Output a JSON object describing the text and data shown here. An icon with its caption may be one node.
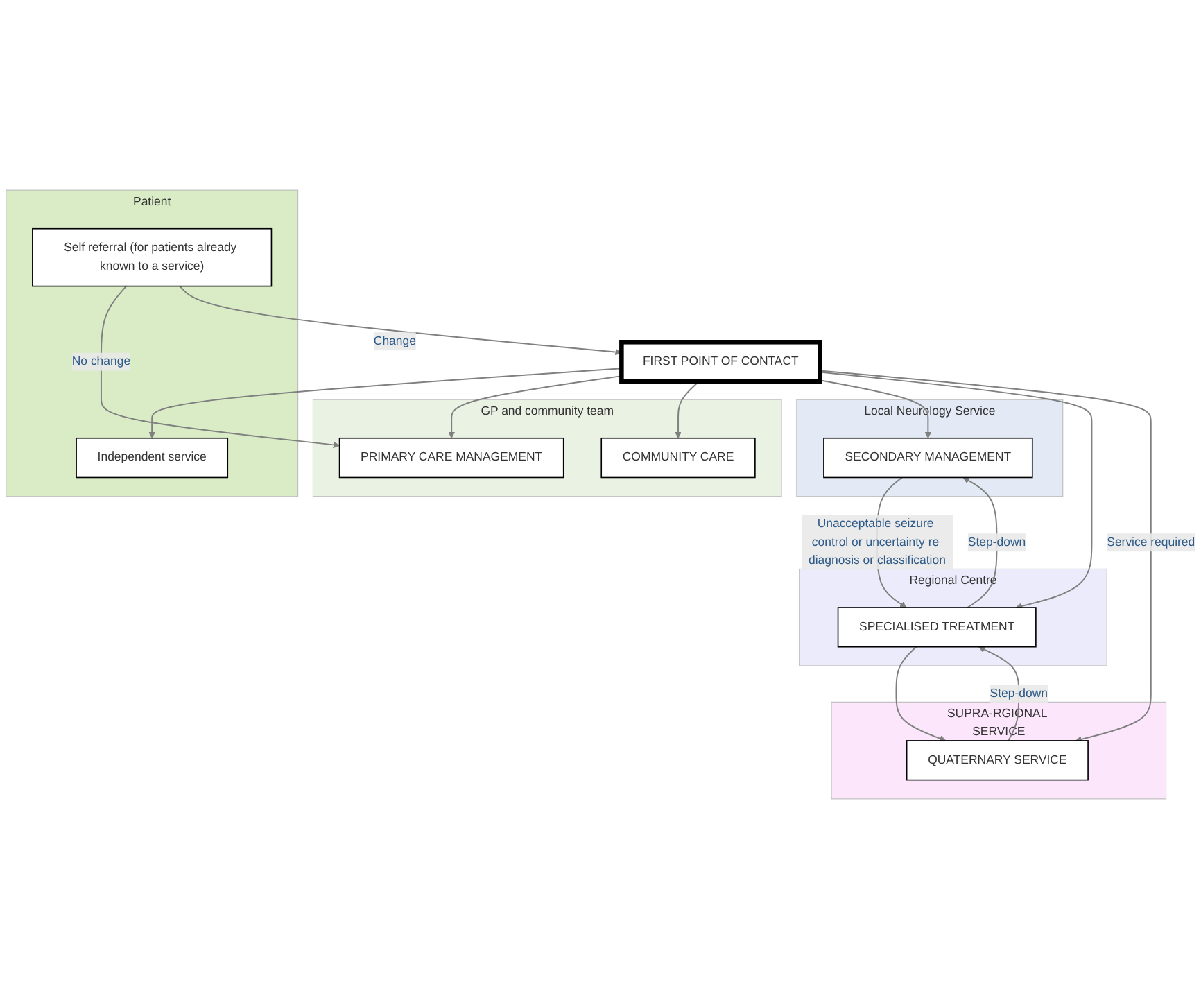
{
  "diagram": {
    "nodes": [
      {
        "text": [
          "Patient"
        ]
      },
      {
        "text": [
          "Self referral (for patients already known to a service)"
        ],
        "in": 0
      },
      {
        "text": [
          "Independent service"
        ],
        "in": 0
      },
      {
        "text": [
          "GP and community team"
        ]
      },
      {
        "text": [
          "PRIMARY CARE MANAGEMENT"
        ],
        "in": 3
      },
      {
        "text": [
          "FIRST POINT OF CONTACT"
        ]
      },
      {
        "text": [
          "COMMUNITY CARE"
        ],
        "in": 3
      },
      {
        "text": [
          "Local Neurology Service"
        ]
      },
      {
        "text": [
          "SECONDARY MANAGEMENT"
        ],
        "in": 7
      },
      {
        "text": [
          "Regional Centre"
        ]
      },
      {
        "text": [
          "SPECIALISED TREATMENT"
        ],
        "in": 9
      },
      {
        "text": [
          "SUPRA-RGIONAL SERVICE"
        ]
      },
      {
        "text": [
          "QUATERNARY SERVICE"
        ],
        "in": 11
      }
    ],
    "edges": [
      {
        "from": 1,
        "to": 4,
        "arrow": "to",
        "label": "No change"
      },
      {
        "from": 1,
        "to": 5,
        "arrow": "to",
        "label": "Change"
      },
      {
        "from": 5,
        "to": 2,
        "arrow": "to"
      },
      {
        "from": 5,
        "to": 4,
        "arrow": "to"
      },
      {
        "from": 5,
        "to": 6,
        "arrow": "to"
      },
      {
        "from": 5,
        "to": 8,
        "arrow": "to"
      },
      {
        "from": 8,
        "to": 10,
        "arrow": "to",
        "label": "Unacceptable seizure control or uncertainty re diagnosis or classification"
      },
      {
        "from": 10,
        "to": 8,
        "arrow": "to",
        "label": "Step-down"
      },
      {
        "from": 5,
        "to": 10,
        "arrow": "to"
      },
      {
        "from": 10,
        "to": 12,
        "arrow": "to"
      },
      {
        "from": 12,
        "to": 10,
        "arrow": "to",
        "label": "Step-down"
      },
      {
        "from": 5,
        "to": 12,
        "arrow": "to",
        "label": "Service required"
      }
    ]
  }
}
